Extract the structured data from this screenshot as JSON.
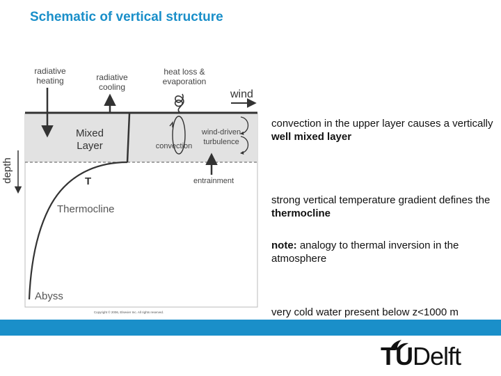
{
  "title": "Schematic of vertical structure",
  "diagram": {
    "labels": {
      "radiative_heating_1": "radiative",
      "radiative_heating_2": "heating",
      "radiative_cooling_1": "radiative",
      "radiative_cooling_2": "cooling",
      "heat_loss_1": "heat loss &",
      "heat_loss_2": "evaporation",
      "wind": "wind",
      "mixed_1": "Mixed",
      "mixed_2": "Layer",
      "convection": "convection",
      "turbulence_1": "wind-driven",
      "turbulence_2": "turbulence",
      "entrainment": "entrainment",
      "temperature": "T",
      "thermocline": "Thermocline",
      "abyss": "Abyss",
      "depth": "depth",
      "copyright": "Copyright © 2006, Elsevier Inc. All rights reserved."
    },
    "colors": {
      "mixed_layer_fill": "#e2e2e2",
      "line": "#333333"
    }
  },
  "notes": {
    "n1_text": "convection in the upper layer causes a vertically ",
    "n1_bold": "well mixed layer",
    "n2_text": "strong vertical temperature gradient defines the ",
    "n2_bold": "thermocline",
    "n3_bold": "note:",
    "n3_text": " analogy to thermal inversion in the atmosphere",
    "n4_text": "very cold water present below z<1000 m"
  },
  "logo": {
    "part_bold": "TU",
    "part_regular": "Delft"
  },
  "colors": {
    "accent": "#1a8fc9"
  }
}
